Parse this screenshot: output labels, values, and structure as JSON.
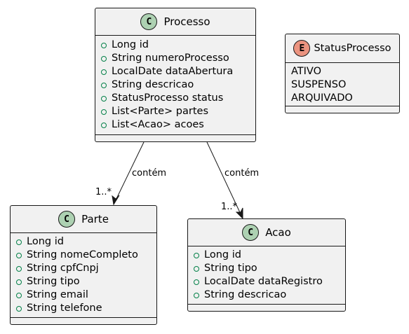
{
  "classes": {
    "processo": {
      "name": "Processo",
      "stereotype": "C",
      "attributes": [
        "Long id",
        "String numeroProcesso",
        "LocalDate dataAbertura",
        "String descricao",
        "StatusProcesso status",
        "List<Parte> partes",
        "List<Acao> acoes"
      ]
    },
    "parte": {
      "name": "Parte",
      "stereotype": "C",
      "attributes": [
        "Long id",
        "String nomeCompleto",
        "String cpfCnpj",
        "String tipo",
        "String email",
        "String telefone"
      ]
    },
    "acao": {
      "name": "Acao",
      "stereotype": "C",
      "attributes": [
        "Long id",
        "String tipo",
        "LocalDate dataRegistro",
        "String descricao"
      ]
    }
  },
  "enum": {
    "name": "StatusProcesso",
    "stereotype": "E",
    "literals": [
      "ATIVO",
      "SUSPENSO",
      "ARQUIVADO"
    ]
  },
  "relations": [
    {
      "from": "Processo",
      "to": "Parte",
      "label": "contém",
      "multiplicity": "1..*"
    },
    {
      "from": "Processo",
      "to": "Acao",
      "label": "contém",
      "multiplicity": "1..*"
    }
  ]
}
